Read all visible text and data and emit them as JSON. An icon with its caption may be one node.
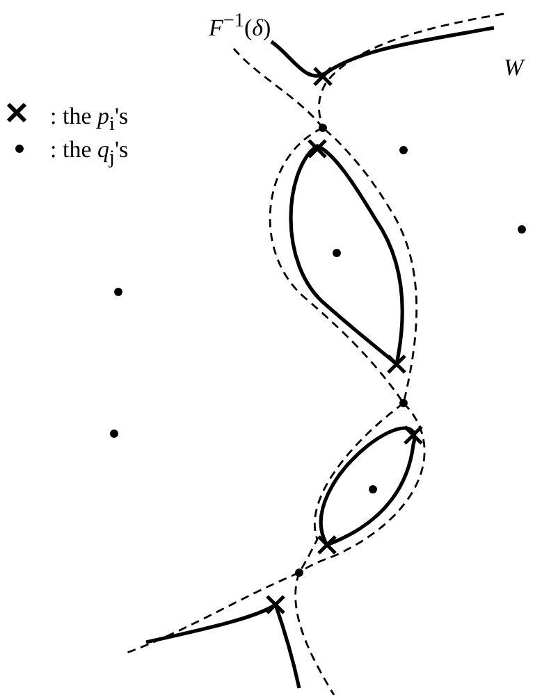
{
  "diagram": {
    "labels": [
      "*F*$^{−1}$(*δ*)",
      "W"
    ],
    "legend": [
      {
        "text": ": the *p*$_{i}$'s"
      },
      {
        "text": ": the *q*$_{j}$'s"
      }
    ]
  }
}
